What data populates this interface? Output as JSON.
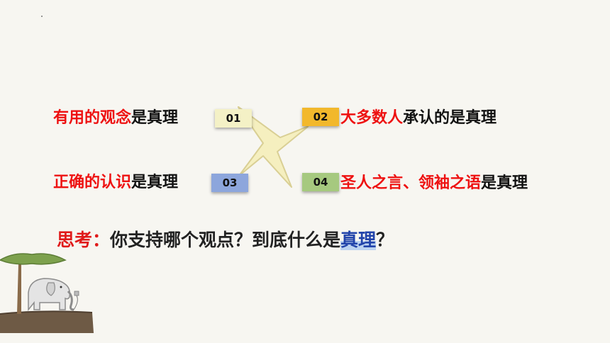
{
  "items": [
    {
      "num": "01",
      "red": "有用的观念",
      "black": "是真理",
      "badge_color": "#f4f1c6"
    },
    {
      "num": "02",
      "red": "大多数人",
      "black": "承认的是真理",
      "badge_color": "#f2b82c"
    },
    {
      "num": "03",
      "red": "正确的认识",
      "black": "是真理",
      "badge_color": "#8da6dc"
    },
    {
      "num": "04",
      "red": "圣人之言、领袖之语",
      "black": "是真理",
      "badge_color": "#a6c97f"
    }
  ],
  "question": {
    "label": "思考：",
    "text": "你支持哪个观点？到底什么是",
    "highlight": "真理",
    "end": "？"
  },
  "colors": {
    "star_fill": "#f5efbf",
    "star_stroke": "#d9cf94",
    "red": "#ee1111"
  }
}
